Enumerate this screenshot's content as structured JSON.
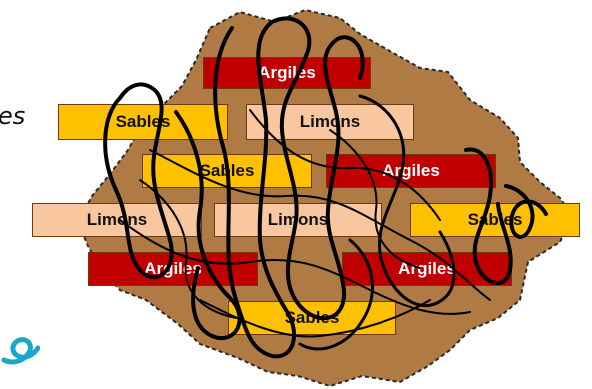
{
  "colors": {
    "soil_fill": "#b07a45",
    "soil_border": "#2a2a2a",
    "argiles": "#c00000",
    "sables": "#ffc000",
    "limons": "#f8c79f",
    "roots": "#000000",
    "logo": "#1aa6c7"
  },
  "edge_text": {
    "fragment": "es"
  },
  "labels": {
    "argiles": "Argiles",
    "sables": "Sables",
    "limons": "Limons"
  },
  "boxes": [
    {
      "id": "box-argiles-top",
      "kind": "argiles"
    },
    {
      "id": "box-sables-1",
      "kind": "sables"
    },
    {
      "id": "box-limons-1",
      "kind": "limons"
    },
    {
      "id": "box-sables-2",
      "kind": "sables"
    },
    {
      "id": "box-argiles-mid",
      "kind": "argiles"
    },
    {
      "id": "box-limons-left",
      "kind": "limons"
    },
    {
      "id": "box-limons-center",
      "kind": "limons"
    },
    {
      "id": "box-sables-right",
      "kind": "sables"
    },
    {
      "id": "box-argiles-left",
      "kind": "argiles"
    },
    {
      "id": "box-argiles-right",
      "kind": "argiles"
    },
    {
      "id": "box-sables-bottom",
      "kind": "sables"
    }
  ],
  "icons": {
    "roots": "roots-scribble-icon",
    "logo": "logo-swirl-icon"
  }
}
